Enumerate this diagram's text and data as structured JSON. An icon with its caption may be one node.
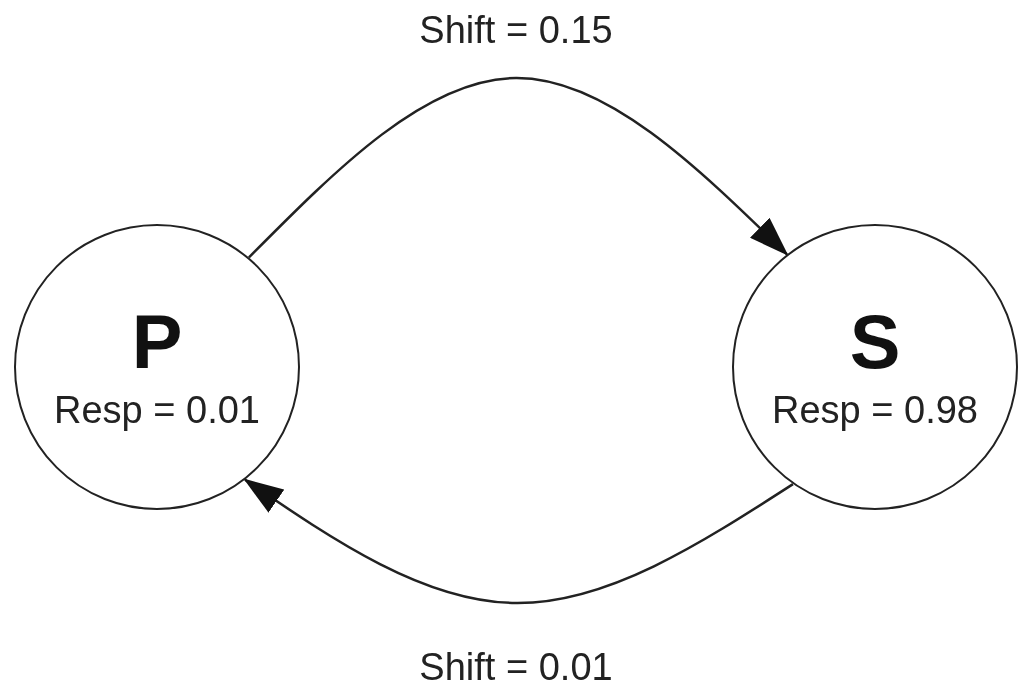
{
  "diagram": {
    "nodes": [
      {
        "text": [
          "P",
          "Resp = 0.01"
        ]
      },
      {
        "text": [
          "S",
          "Resp = 0.98"
        ]
      }
    ],
    "edges": [
      {
        "from": 0,
        "to": 1,
        "arrow": "to",
        "label": "Shift = 0.15"
      },
      {
        "from": 1,
        "to": 0,
        "arrow": "to",
        "label": "Shift = 0.01"
      }
    ]
  }
}
